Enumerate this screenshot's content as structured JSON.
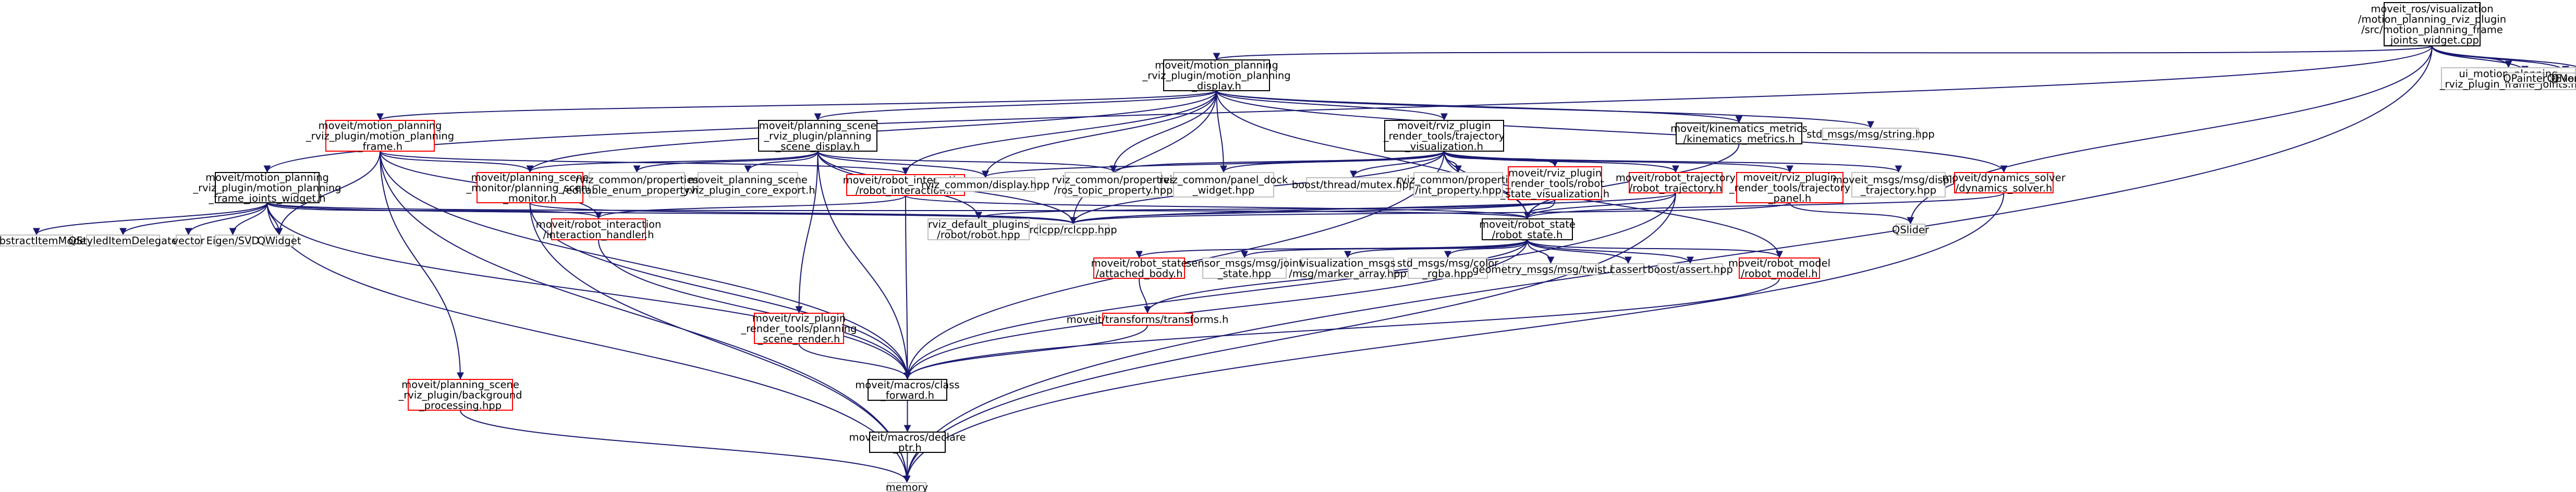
{
  "colors": {
    "edge": "#191970",
    "node_black": "#000000",
    "node_red": "#ff0000",
    "node_grey": "#bfbfbf",
    "root_fill": "#bfbfbf"
  },
  "nodes": {
    "root": {
      "lines": [
        "moveit_ros/visualization",
        "/motion_planning_rviz_plugin",
        "/src/motion_planning_frame",
        "_joints_widget.cpp"
      ],
      "style": "root"
    },
    "mpd_h": {
      "lines": [
        "moveit/motion_planning",
        "_rviz_plugin/motion_planning",
        "_display.h"
      ],
      "style": "black"
    },
    "ui_fj": {
      "lines": [
        "ui_motion_planning",
        "_rviz_plugin_frame_joints.h"
      ],
      "style": "grey"
    },
    "qpainter": {
      "lines": [
        "QPainter"
      ],
      "style": "grey"
    },
    "qevent": {
      "lines": [
        "QEvent"
      ],
      "style": "grey"
    },
    "qmouseevent": {
      "lines": [
        "QMouseEvent"
      ],
      "style": "grey"
    },
    "mpf_h": {
      "lines": [
        "moveit/motion_planning",
        "_rviz_plugin/motion_planning",
        "_frame.h"
      ],
      "style": "red"
    },
    "psd_h": {
      "lines": [
        "moveit/planning_scene",
        "_rviz_plugin/planning",
        "_scene_display.h"
      ],
      "style": "black"
    },
    "ttv_h": {
      "lines": [
        "moveit/rviz_plugin",
        "_render_tools/trajectory",
        "_visualization.h"
      ],
      "style": "black"
    },
    "km_h": {
      "lines": [
        "moveit/kinematics_metrics",
        "/kinematics_metrics.h"
      ],
      "style": "black"
    },
    "msg_string": {
      "lines": [
        "std_msgs/msg/string.hpp"
      ],
      "style": "grey"
    },
    "fjw_h": {
      "lines": [
        "moveit/motion_planning",
        "_rviz_plugin/motion_planning",
        "_frame_joints_widget.h"
      ],
      "style": "black"
    },
    "psm_h": {
      "lines": [
        "moveit/planning_scene",
        "_monitor/planning_scene",
        "_monitor.h"
      ],
      "style": "red"
    },
    "ri_h": {
      "lines": [
        "moveit/robot_interaction",
        "/robot_interaction.h"
      ],
      "style": "red"
    },
    "rc_display": {
      "lines": [
        "rviz_common/display.hpp"
      ],
      "style": "grey"
    },
    "rc_prop_ros": {
      "lines": [
        "rviz_common/properties",
        "/ros_topic_property.hpp"
      ],
      "style": "grey"
    },
    "rc_editable": {
      "lines": [
        "rviz_common/properties",
        "/editable_enum_property.hpp"
      ],
      "style": "grey"
    },
    "rc_core_export": {
      "lines": [
        "moveit_planning_scene",
        "_rviz_plugin_core_export.h"
      ],
      "style": "grey"
    },
    "rc_panel_dock": {
      "lines": [
        "rviz_common/panel_dock",
        "_widget.hpp"
      ],
      "style": "grey"
    },
    "boost_mutex": {
      "lines": [
        "boost/thread/mutex.hpp"
      ],
      "style": "grey"
    },
    "rc_int_prop": {
      "lines": [
        "rviz_common/properties",
        "/int_property.hpp"
      ],
      "style": "grey"
    },
    "rsv_h": {
      "lines": [
        "moveit/rviz_plugin",
        "_render_tools/robot",
        "_state_visualization.h"
      ],
      "style": "red"
    },
    "rt_h": {
      "lines": [
        "moveit/robot_trajectory",
        "/robot_trajectory.h"
      ],
      "style": "red"
    },
    "tp_h": {
      "lines": [
        "moveit/rviz_plugin",
        "_render_tools/trajectory",
        "_panel.h"
      ],
      "style": "red"
    },
    "dt_hpp": {
      "lines": [
        "moveit_msgs/msg/display",
        "_trajectory.hpp"
      ],
      "style": "grey"
    },
    "ds_h": {
      "lines": [
        "moveit/dynamics_solver",
        "/dynamics_solver.h"
      ],
      "style": "red"
    },
    "qam": {
      "lines": [
        "QAbstractItemModel"
      ],
      "style": "grey"
    },
    "qsid": {
      "lines": [
        "QStyledItemDelegate"
      ],
      "style": "grey"
    },
    "vector": {
      "lines": [
        "vector"
      ],
      "style": "grey"
    },
    "eigen": {
      "lines": [
        "Eigen/SVD"
      ],
      "style": "grey"
    },
    "qwidget": {
      "lines": [
        "QWidget"
      ],
      "style": "grey"
    },
    "ih_h": {
      "lines": [
        "moveit/robot_interaction",
        "/interaction_handler.h"
      ],
      "style": "red"
    },
    "rd_robot": {
      "lines": [
        "rviz_default_plugins",
        "/robot/robot.hpp"
      ],
      "style": "grey"
    },
    "rclcpp": {
      "lines": [
        "rclcpp/rclcpp.hpp"
      ],
      "style": "grey"
    },
    "rs_h": {
      "lines": [
        "moveit/robot_state",
        "/robot_state.h"
      ],
      "style": "black"
    },
    "qslider": {
      "lines": [
        "QSlider"
      ],
      "style": "grey"
    },
    "ab_h": {
      "lines": [
        "moveit/robot_state",
        "/attached_body.h"
      ],
      "style": "red"
    },
    "sensor_js": {
      "lines": [
        "sensor_msgs/msg/joint",
        "_state.hpp"
      ],
      "style": "grey"
    },
    "vis_marker": {
      "lines": [
        "visualization_msgs",
        "/msg/marker_array.hpp"
      ],
      "style": "grey"
    },
    "std_color": {
      "lines": [
        "std_msgs/msg/color",
        "_rgba.hpp"
      ],
      "style": "grey"
    },
    "geo_twist": {
      "lines": [
        "geometry_msgs/msg/twist.hpp"
      ],
      "style": "grey"
    },
    "cassert": {
      "lines": [
        "cassert"
      ],
      "style": "grey"
    },
    "boost_assert": {
      "lines": [
        "boost/assert.hpp"
      ],
      "style": "grey"
    },
    "rm_h": {
      "lines": [
        "moveit/robot_model",
        "/robot_model.h"
      ],
      "style": "red"
    },
    "psr_h": {
      "lines": [
        "moveit/rviz_plugin",
        "_render_tools/planning",
        "_scene_render.h"
      ],
      "style": "red"
    },
    "tf_h": {
      "lines": [
        "moveit/transforms/transforms.h"
      ],
      "style": "red"
    },
    "bg_h": {
      "lines": [
        "moveit/planning_scene",
        "_rviz_plugin/background",
        "_processing.hpp"
      ],
      "style": "red"
    },
    "cf_h": {
      "lines": [
        "moveit/macros/class",
        "_forward.h"
      ],
      "style": "black"
    },
    "dp_h": {
      "lines": [
        "moveit/macros/declare",
        "_ptr.h"
      ],
      "style": "black"
    },
    "memory": {
      "lines": [
        "memory"
      ],
      "style": "grey"
    }
  }
}
